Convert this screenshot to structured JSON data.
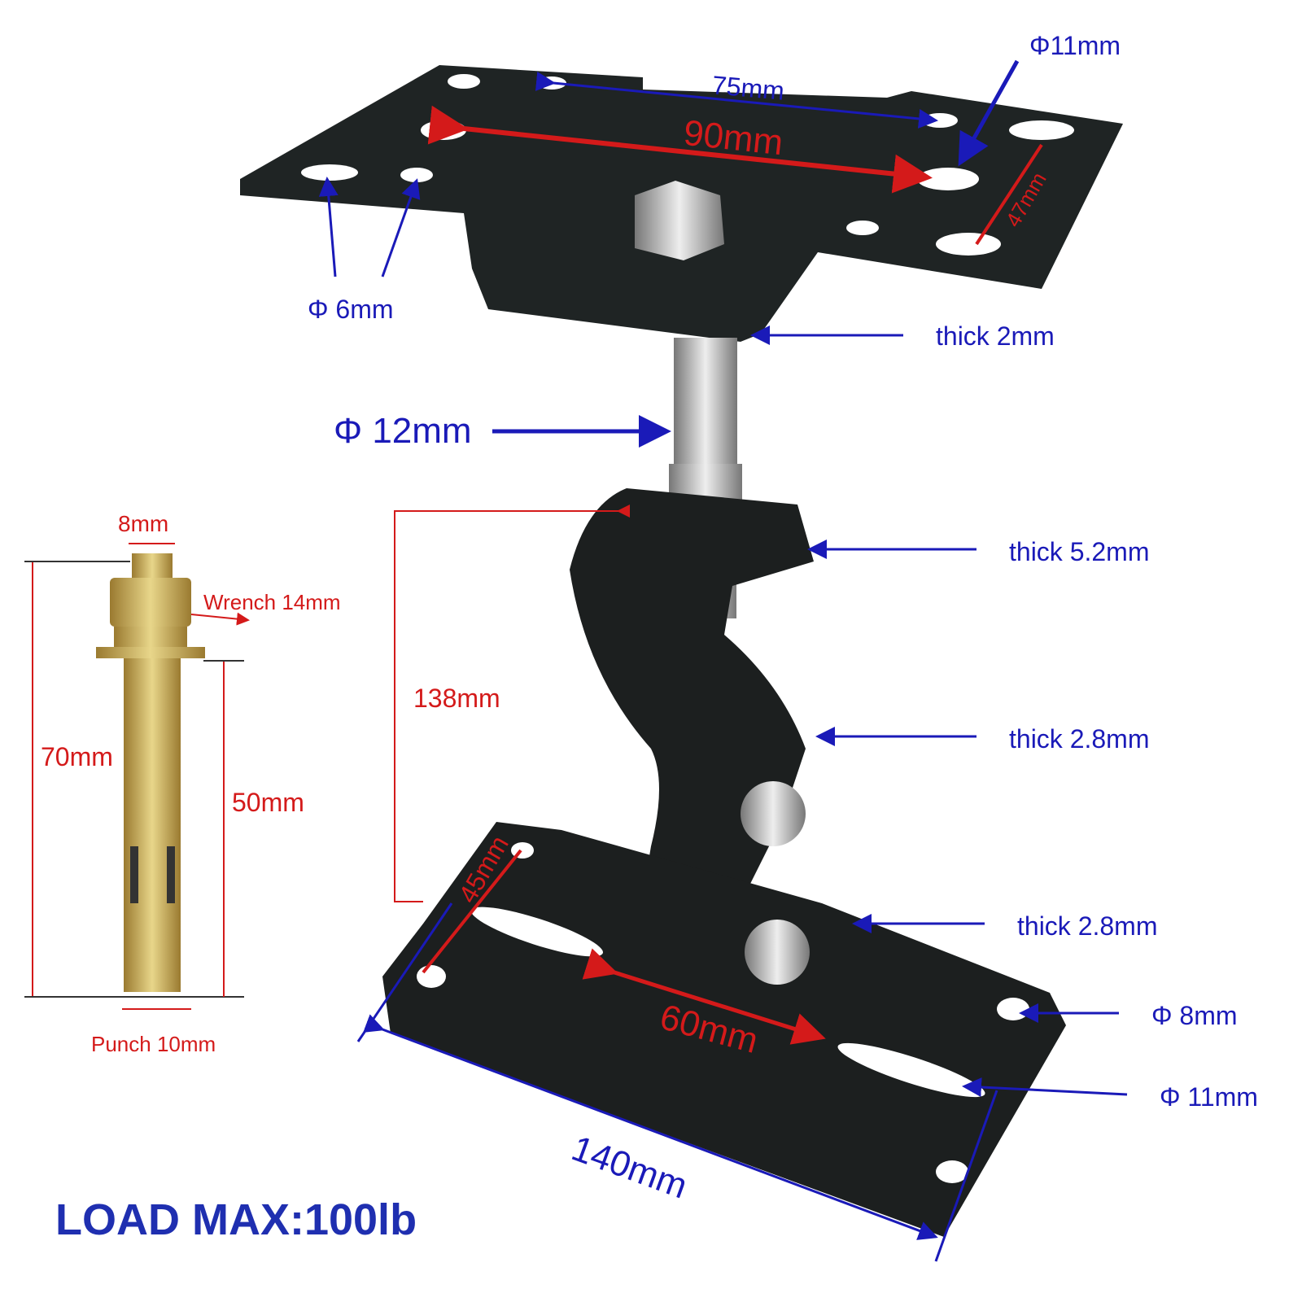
{
  "colors": {
    "dimension_blue": "#1a1ab8",
    "dimension_red": "#d41a1a",
    "bracket_black": "#1c1f1f",
    "steel": "#b8bcc0",
    "brass": "#c9a84a"
  },
  "top_plate": {
    "hole_top": "Φ11mm",
    "spacing_small": "75mm",
    "spacing_large": "90mm",
    "width": "47mm",
    "hole_small": "Φ 6mm",
    "thickness": "thick  2mm"
  },
  "bolt": {
    "diameter": "Φ 12mm"
  },
  "arm": {
    "thickness_upper": "thick 5.2mm",
    "height": "138mm",
    "thickness_joint": "thick 2.8mm"
  },
  "base_plate": {
    "thickness": "thick 2.8mm",
    "width": "45mm",
    "slot_spacing": "60mm",
    "hole_small": "Φ 8mm",
    "hole_large": "Φ 11mm",
    "length": "140mm"
  },
  "anchor": {
    "diameter": "8mm",
    "wrench": "Wrench 14mm",
    "total_length": "70mm",
    "sleeve_length": "50mm",
    "punch": "Punch 10mm"
  },
  "load_max": "LOAD MAX:100lb"
}
